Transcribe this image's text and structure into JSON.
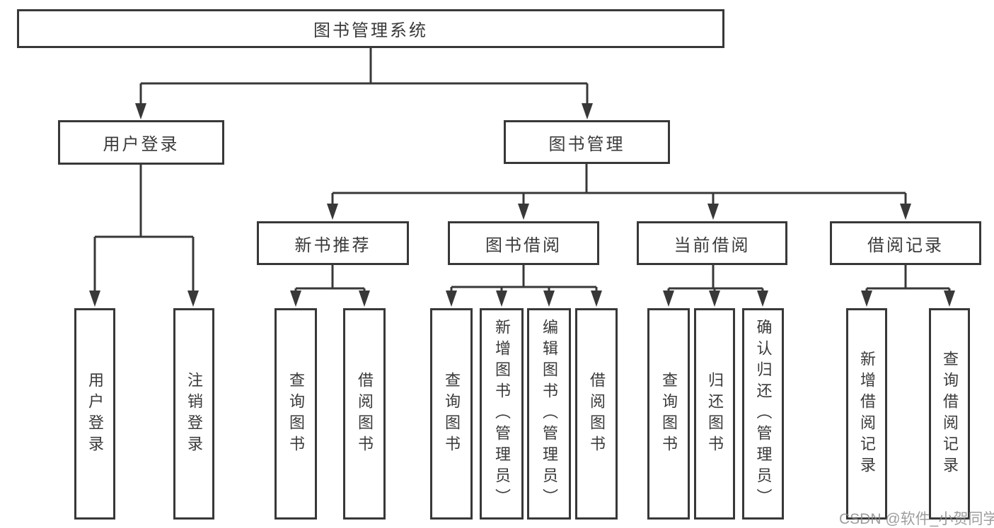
{
  "tree": {
    "label": "图书管理系统",
    "children": [
      {
        "label": "用户登录",
        "children": [
          {
            "label": "用户登录"
          },
          {
            "label": "注销登录"
          }
        ]
      },
      {
        "label": "图书管理",
        "children": [
          {
            "label": "新书推荐",
            "children": [
              {
                "label": "查询图书"
              },
              {
                "label": "借阅图书"
              }
            ]
          },
          {
            "label": "图书借阅",
            "children": [
              {
                "label": "查询图书"
              },
              {
                "label": "新增图书（管理员）"
              },
              {
                "label": "编辑图书（管理员）"
              },
              {
                "label": "借阅图书"
              }
            ]
          },
          {
            "label": "当前借阅",
            "children": [
              {
                "label": "查询图书"
              },
              {
                "label": "归还图书"
              },
              {
                "label": "确认归还（管理员）"
              }
            ]
          },
          {
            "label": "借阅记录",
            "children": [
              {
                "label": "新增借阅记录"
              },
              {
                "label": "查询借阅记录"
              }
            ]
          }
        ]
      }
    ]
  },
  "watermark": {
    "text": "CSDN @软件_小贺同学"
  },
  "colors": {
    "line": "#383838",
    "text": "#3a3a3a",
    "background": "#ffffff",
    "watermark": "#878787"
  }
}
